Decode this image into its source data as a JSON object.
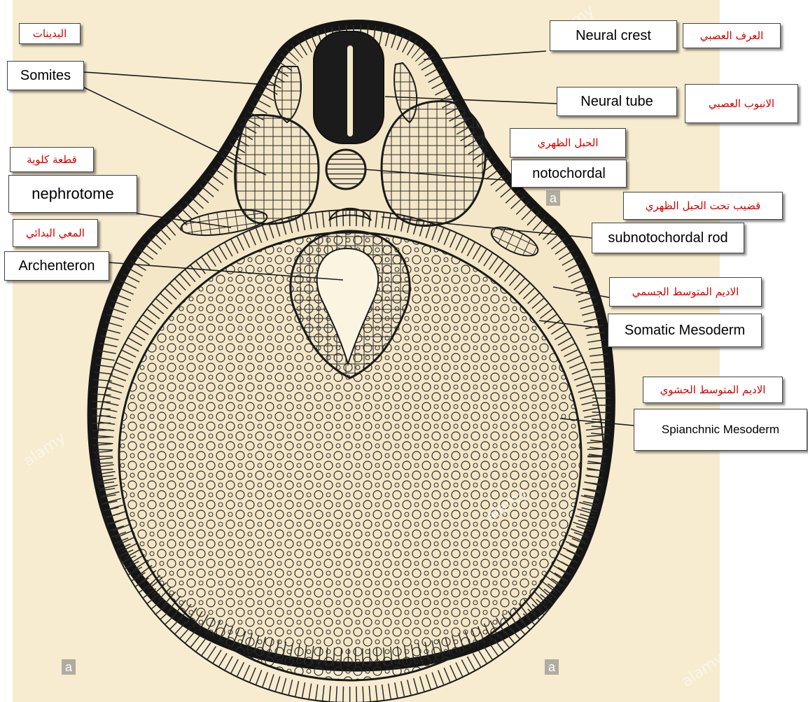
{
  "watermark": {
    "brand": "alamy",
    "mark": "a"
  },
  "labels": {
    "neural_crest": "Neural crest",
    "neural_crest_ar": "العرف العصبي",
    "somites_ar": "البدينات",
    "somites": "Somites",
    "neural_tube": "Neural tube",
    "neural_tube_ar": "الانبوب العصبي",
    "notochordal_ar": "الحبل الظهري",
    "notochordal": "notochordal",
    "nephrotome_ar": "قطعة كلوية",
    "nephrotome": "nephrotome",
    "subnotochordal_ar": "قضيب تحت الحبل الظهري",
    "subnotochordal": "subnotochordal rod",
    "archenteron_ar": "المعي البدائي",
    "archenteron": "Archenteron",
    "somatic_ar": "الاديم المتوسط الجسمي",
    "somatic": "Somatic Mesoderm",
    "splanchnic_ar": "الاديم المتوسط الحشوي",
    "splanchnic": "Spianchnic Mesoderm"
  },
  "colors": {
    "background": "#f7ecd0",
    "ink": "#1a1a1a",
    "arabic_text": "#d40000"
  }
}
